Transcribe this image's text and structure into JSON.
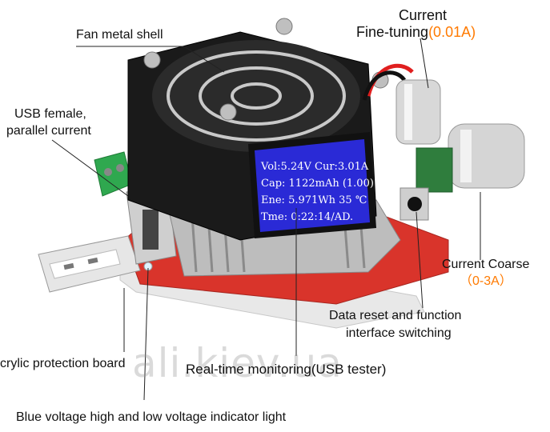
{
  "labels": {
    "fan_metal_shell": "Fan metal shell",
    "current_line1": "Current",
    "current_fine_text": "Fine-tuning",
    "current_fine_accent": "(0.01A)",
    "usb_female_line1": "USB female,",
    "usb_female_line2": "parallel current",
    "current_coarse": "Current Coarse",
    "current_coarse_range": "（0-3A）",
    "data_reset_line1": "Data reset and function",
    "data_reset_line2": "interface switching",
    "acrylic_board": "crylic protection board",
    "realtime_monitoring": "Real-time monitoring(USB tester)",
    "blue_indicator": "Blue voltage high and low voltage indicator light"
  },
  "watermark": "ali.kiev.ua",
  "lcd": {
    "line1": "Vol:5.24V Cur:3.01A",
    "line2": "Cap:  1122mAh (1.00)",
    "line3": "Ene:  5.971Wh  35 ℃",
    "line4": "Tme:   0:22:14/AD."
  },
  "colors": {
    "accent": "#ff7a00",
    "lcd_bg": "#2a2ad6",
    "pcb_red": "#d9342b",
    "fan_black": "#1a1a1a"
  }
}
